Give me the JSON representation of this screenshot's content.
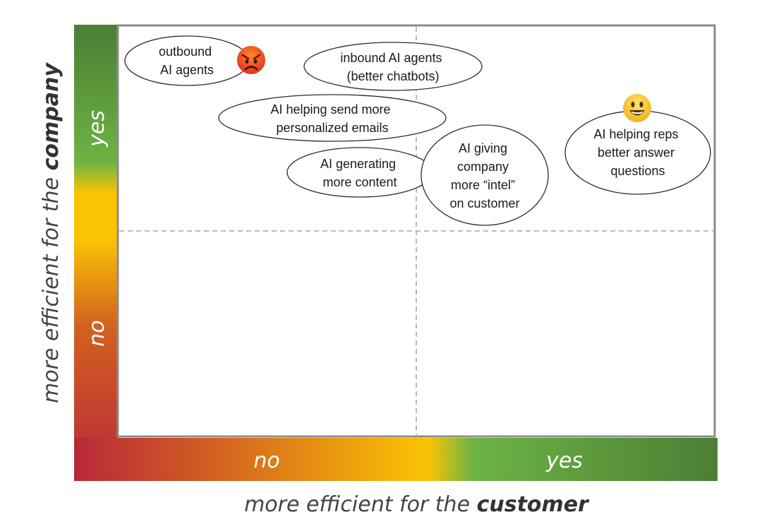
{
  "colors": {
    "red": "#b9283b",
    "orange": "#d2611f",
    "yellow": "#fbc403",
    "green": "#6db344",
    "dark_green": "#4b7f35",
    "border": "#8c8c8c",
    "divider": "#a6a6a6",
    "bubble_stroke": "#2b2b2b"
  },
  "axes": {
    "x": {
      "title_prefix": "more efficient for the ",
      "title_emphasis": "customer",
      "low_label": "no",
      "high_label": "yes"
    },
    "y": {
      "title_prefix": "more efficient for the ",
      "title_emphasis": "company",
      "low_label": "no",
      "high_label": "yes"
    }
  },
  "items": [
    {
      "lines": [
        "outbound",
        "AI agents"
      ],
      "emoji": "angry-face"
    },
    {
      "lines": [
        "inbound AI agents",
        "(better chatbots)"
      ]
    },
    {
      "lines": [
        "AI helping send more",
        "personalized emails"
      ]
    },
    {
      "lines": [
        "AI generating",
        "more content"
      ]
    },
    {
      "lines": [
        "AI giving",
        "company",
        "more “intel”",
        "on customer"
      ]
    },
    {
      "lines": [
        "AI helping reps",
        "better answer",
        "questions"
      ],
      "emoji": "smiling-face"
    }
  ]
}
